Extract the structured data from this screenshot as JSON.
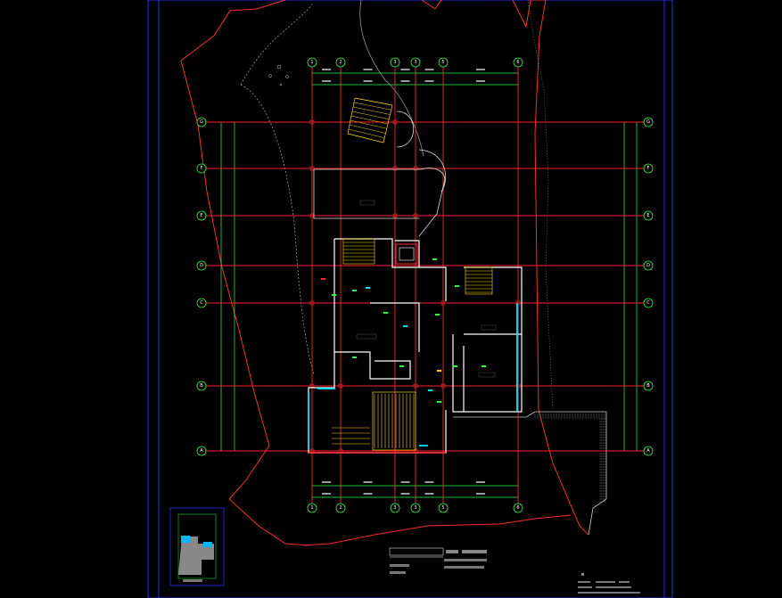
{
  "drawing": {
    "title": "",
    "scale_note": "",
    "key_plan_caption": "",
    "notes": [
      "",
      "",
      ""
    ]
  },
  "grid": {
    "vertical_axes": [
      "1",
      "2",
      "3",
      "3",
      "5",
      "6"
    ],
    "horizontal_axes": [
      "G",
      "F",
      "E",
      "D",
      "C",
      "B",
      "A"
    ]
  },
  "colors": {
    "background": "#000000",
    "frame": "#2a2aff",
    "grid_line": "#ff2030",
    "dimension": "#22ff44",
    "wall": "#ffffff",
    "site_boundary": "#ff2a2a",
    "stair": "#ffd400",
    "glass": "#00e5ff",
    "hatch": "#cccccc"
  }
}
